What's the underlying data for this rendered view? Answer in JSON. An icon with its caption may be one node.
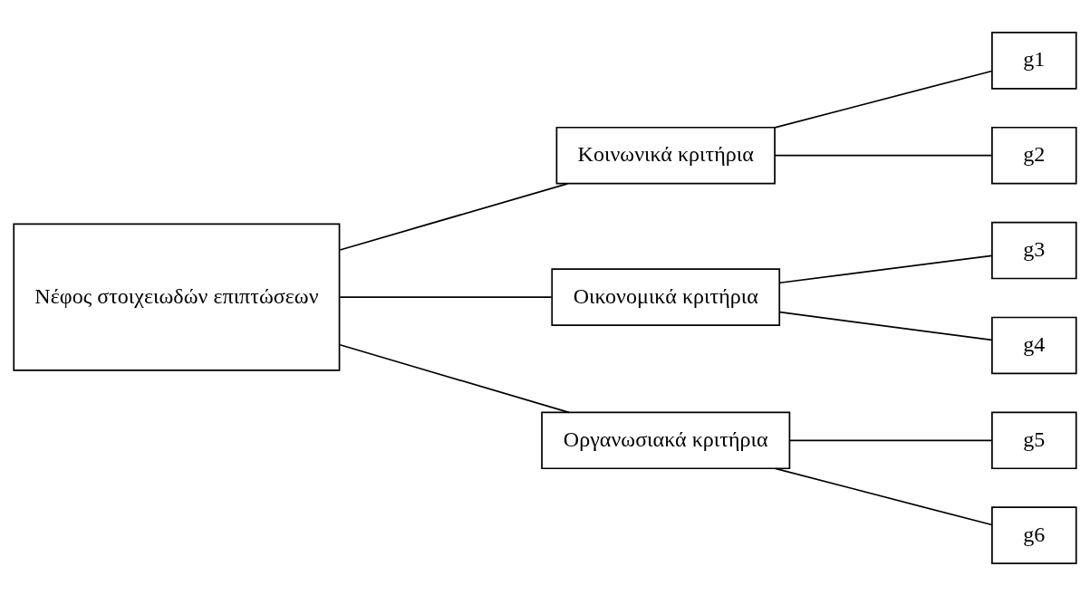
{
  "diagram": {
    "nodes": [
      {
        "text": [
          "Νέφος στοιχειωδών επιπτώσεων"
        ]
      },
      {
        "text": [
          "Κοινωνικά κριτήρια"
        ]
      },
      {
        "text": [
          "Οικονομικά κριτήρια"
        ]
      },
      {
        "text": [
          "Οργανωσιακά κριτήρια"
        ]
      },
      {
        "text": [
          "g1"
        ]
      },
      {
        "text": [
          "g2"
        ]
      },
      {
        "text": [
          "g3"
        ]
      },
      {
        "text": [
          "g4"
        ]
      },
      {
        "text": [
          "g5"
        ]
      },
      {
        "text": [
          "g6"
        ]
      }
    ],
    "edges": [
      {
        "from": 0,
        "to": 1,
        "arrow": "none"
      },
      {
        "from": 0,
        "to": 2,
        "arrow": "none"
      },
      {
        "from": 0,
        "to": 3,
        "arrow": "none"
      },
      {
        "from": 1,
        "to": 4,
        "arrow": "none"
      },
      {
        "from": 1,
        "to": 5,
        "arrow": "none"
      },
      {
        "from": 2,
        "to": 6,
        "arrow": "none"
      },
      {
        "from": 2,
        "to": 7,
        "arrow": "none"
      },
      {
        "from": 3,
        "to": 8,
        "arrow": "none"
      },
      {
        "from": 3,
        "to": 9,
        "arrow": "none"
      }
    ]
  }
}
